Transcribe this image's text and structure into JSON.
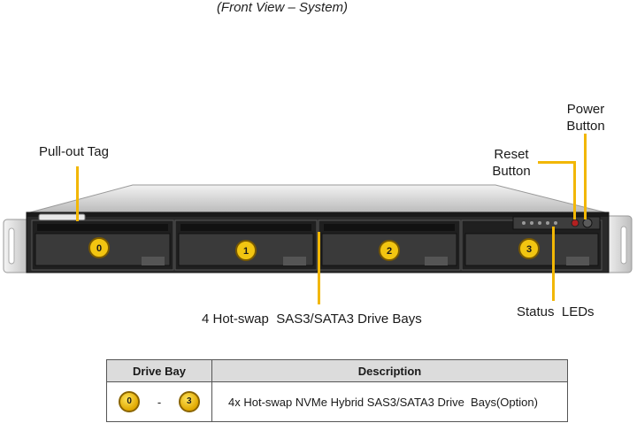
{
  "caption": "(Front View – System)",
  "callouts": {
    "pull_out_tag": "Pull-out Tag",
    "reset_button_line1": "Reset",
    "reset_button_line2": "Button",
    "power_button_line1": "Power",
    "power_button_line2": "Button",
    "drive_bays": "4 Hot-swap  SAS3/SATA3 Drive Bays",
    "status_leds": "Status  LEDs"
  },
  "bays": [
    {
      "number": "0"
    },
    {
      "number": "1"
    },
    {
      "number": "2"
    },
    {
      "number": "3"
    }
  ],
  "legend": {
    "header_bay": "Drive Bay",
    "header_desc": "Description",
    "range_start": "0",
    "range_sep": "-",
    "range_end": "3",
    "description": "4x Hot-swap NVMe Hybrid SAS3/SATA3 Drive  Bays(Option)"
  },
  "colors": {
    "callout_line": "#f2b705",
    "badge": "#f2c511",
    "chassis": "#2a2a2a",
    "rack_ear": "#d8d8d8"
  }
}
